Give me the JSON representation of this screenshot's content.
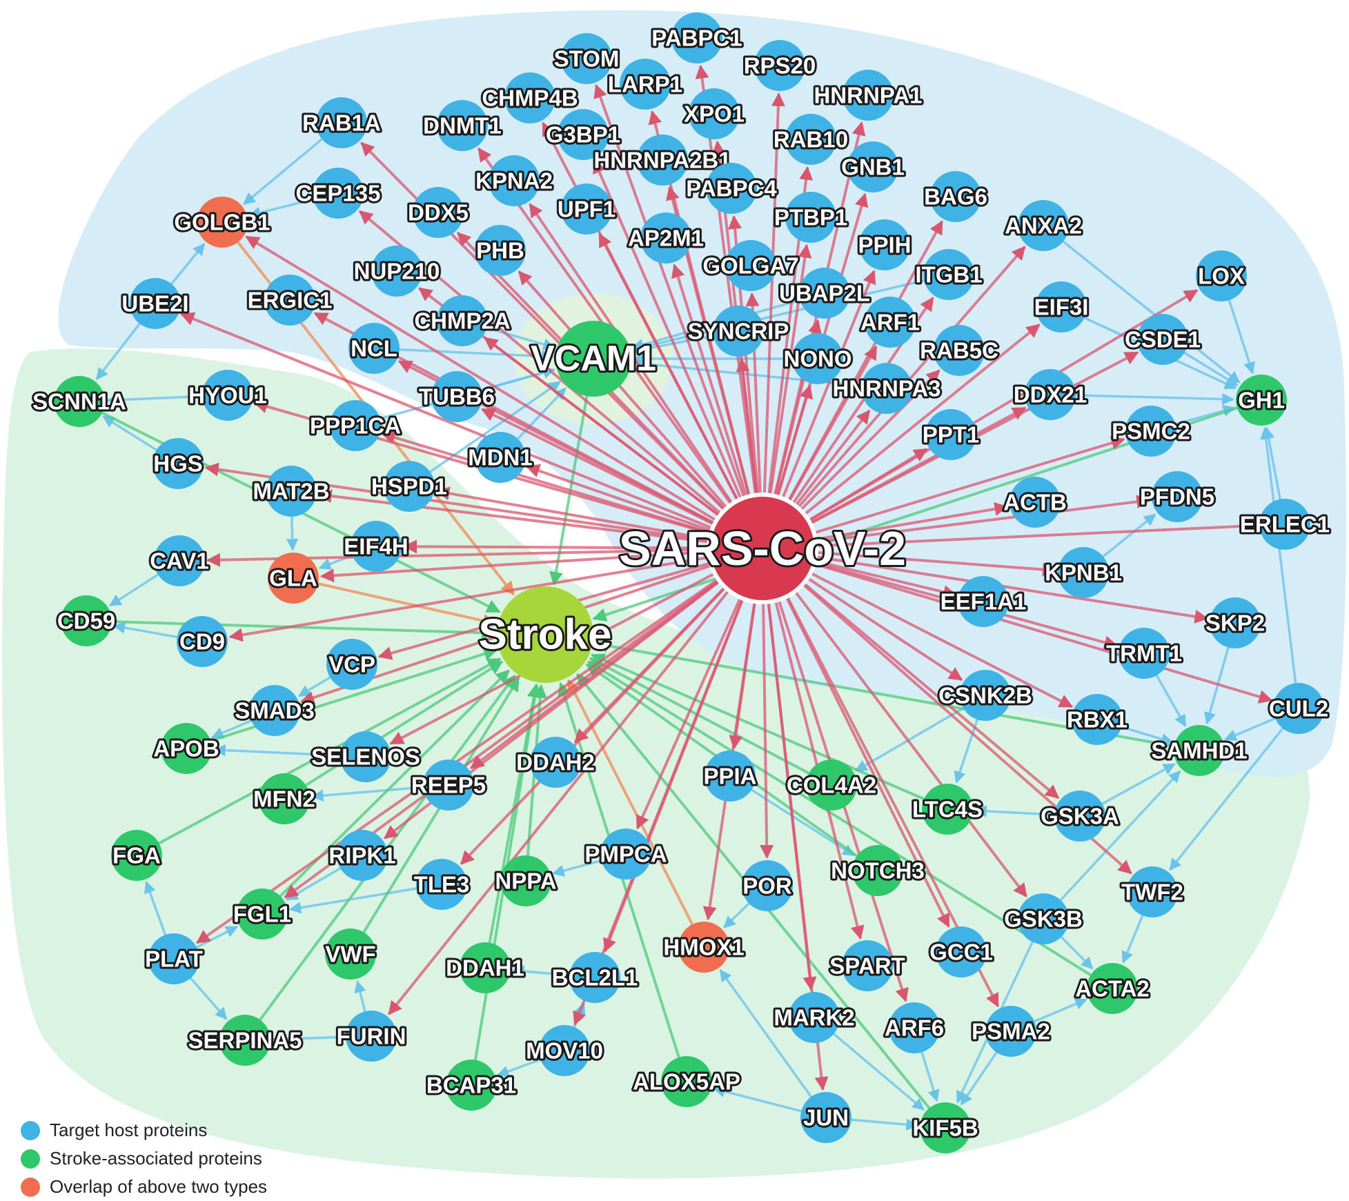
{
  "colors": {
    "target": "#3fb3e6",
    "stroke_assoc": "#2ec86b",
    "overlap": "#f06e4f",
    "sars": "#d9394f",
    "stroke_hub": "#a6d63a",
    "edge_sars": "#d9566f",
    "edge_blue": "#6cc3ea",
    "edge_green": "#4cc97a",
    "edge_orange": "#f0905a",
    "region_blue": "#d4ecf8",
    "region_green": "#d9f2e2"
  },
  "legend": [
    {
      "label": "Target host proteins",
      "color": "#3fb3e6"
    },
    {
      "label": "Stroke-associated proteins",
      "color": "#2ec86b"
    },
    {
      "label": "Overlap of above two types",
      "color": "#f06e4f"
    }
  ],
  "hubs": [
    {
      "id": "SARS-CoV-2",
      "label": "SARS-CoV-2",
      "type": "sars"
    },
    {
      "id": "Stroke",
      "label": "Stroke",
      "type": "stroke_hub"
    },
    {
      "id": "VCAM1",
      "label": "VCAM1",
      "type": "stroke_assoc"
    }
  ],
  "proteins": [
    {
      "label": "PABPC1",
      "type": "target"
    },
    {
      "label": "STOM",
      "type": "target"
    },
    {
      "label": "RPS20",
      "type": "target"
    },
    {
      "label": "LARP1",
      "type": "target"
    },
    {
      "label": "CHMP4B",
      "type": "target"
    },
    {
      "label": "HNRNPA1",
      "type": "target"
    },
    {
      "label": "XPO1",
      "type": "target"
    },
    {
      "label": "RAB1A",
      "type": "target"
    },
    {
      "label": "DNMT1",
      "type": "target"
    },
    {
      "label": "G3BP1",
      "type": "target"
    },
    {
      "label": "RAB10",
      "type": "target"
    },
    {
      "label": "HNRNPA2B1",
      "type": "target"
    },
    {
      "label": "GNB1",
      "type": "target"
    },
    {
      "label": "KPNA2",
      "type": "target"
    },
    {
      "label": "PABPC4",
      "type": "target"
    },
    {
      "label": "CEP135",
      "type": "target"
    },
    {
      "label": "BAG6",
      "type": "target"
    },
    {
      "label": "DDX5",
      "type": "target"
    },
    {
      "label": "UPF1",
      "type": "target"
    },
    {
      "label": "PTBP1",
      "type": "target"
    },
    {
      "label": "GOLGB1",
      "type": "overlap"
    },
    {
      "label": "ANXA2",
      "type": "target"
    },
    {
      "label": "AP2M1",
      "type": "target"
    },
    {
      "label": "PHB",
      "type": "target"
    },
    {
      "label": "PPIH",
      "type": "target"
    },
    {
      "label": "NUP210",
      "type": "target"
    },
    {
      "label": "GOLGA7",
      "type": "target"
    },
    {
      "label": "ITGB1",
      "type": "target"
    },
    {
      "label": "LOX",
      "type": "target"
    },
    {
      "label": "UBE2I",
      "type": "target"
    },
    {
      "label": "ERGIC1",
      "type": "target"
    },
    {
      "label": "UBAP2L",
      "type": "target"
    },
    {
      "label": "EIF3I",
      "type": "target"
    },
    {
      "label": "CHMP2A",
      "type": "target"
    },
    {
      "label": "ARF1",
      "type": "target"
    },
    {
      "label": "SYNCRIP",
      "type": "target"
    },
    {
      "label": "CSDE1",
      "type": "target"
    },
    {
      "label": "NCL",
      "type": "target"
    },
    {
      "label": "RAB5C",
      "type": "target"
    },
    {
      "label": "NONO",
      "type": "target"
    },
    {
      "label": "HNRNPA3",
      "type": "target"
    },
    {
      "label": "SCNN1A",
      "type": "stroke_assoc"
    },
    {
      "label": "HYOU1",
      "type": "target"
    },
    {
      "label": "TUBB6",
      "type": "target"
    },
    {
      "label": "DDX21",
      "type": "target"
    },
    {
      "label": "GH1",
      "type": "stroke_assoc"
    },
    {
      "label": "PPP1CA",
      "type": "target"
    },
    {
      "label": "PPT1",
      "type": "target"
    },
    {
      "label": "PSMC2",
      "type": "target"
    },
    {
      "label": "HGS",
      "type": "target"
    },
    {
      "label": "MDN1",
      "type": "target"
    },
    {
      "label": "MAT2B",
      "type": "target"
    },
    {
      "label": "HSPD1",
      "type": "target"
    },
    {
      "label": "ACTB",
      "type": "target"
    },
    {
      "label": "PFDN5",
      "type": "target"
    },
    {
      "label": "ERLEC1",
      "type": "target"
    },
    {
      "label": "EIF4H",
      "type": "target"
    },
    {
      "label": "CAV1",
      "type": "target"
    },
    {
      "label": "GLA",
      "type": "overlap"
    },
    {
      "label": "KPNB1",
      "type": "target"
    },
    {
      "label": "EEF1A1",
      "type": "target"
    },
    {
      "label": "CD59",
      "type": "stroke_assoc"
    },
    {
      "label": "CD9",
      "type": "target"
    },
    {
      "label": "SKP2",
      "type": "target"
    },
    {
      "label": "TRMT1",
      "type": "target"
    },
    {
      "label": "VCP",
      "type": "target"
    },
    {
      "label": "CSNK2B",
      "type": "target"
    },
    {
      "label": "CUL2",
      "type": "target"
    },
    {
      "label": "SMAD3",
      "type": "target"
    },
    {
      "label": "RBX1",
      "type": "target"
    },
    {
      "label": "APOB",
      "type": "stroke_assoc"
    },
    {
      "label": "SAMHD1",
      "type": "stroke_assoc"
    },
    {
      "label": "SELENOS",
      "type": "target"
    },
    {
      "label": "DDAH2",
      "type": "target"
    },
    {
      "label": "PPIA",
      "type": "target"
    },
    {
      "label": "COL4A2",
      "type": "stroke_assoc"
    },
    {
      "label": "REEP5",
      "type": "target"
    },
    {
      "label": "MFN2",
      "type": "stroke_assoc"
    },
    {
      "label": "LTC4S",
      "type": "stroke_assoc"
    },
    {
      "label": "GSK3A",
      "type": "target"
    },
    {
      "label": "FGA",
      "type": "stroke_assoc"
    },
    {
      "label": "RIPK1",
      "type": "target"
    },
    {
      "label": "PMPCA",
      "type": "target"
    },
    {
      "label": "NOTCH3",
      "type": "stroke_assoc"
    },
    {
      "label": "TLE3",
      "type": "target"
    },
    {
      "label": "NPPA",
      "type": "stroke_assoc"
    },
    {
      "label": "POR",
      "type": "target"
    },
    {
      "label": "TWF2",
      "type": "target"
    },
    {
      "label": "FGL1",
      "type": "stroke_assoc"
    },
    {
      "label": "GSK3B",
      "type": "target"
    },
    {
      "label": "PLAT",
      "type": "target"
    },
    {
      "label": "VWF",
      "type": "stroke_assoc"
    },
    {
      "label": "HMOX1",
      "type": "overlap"
    },
    {
      "label": "GCC1",
      "type": "target"
    },
    {
      "label": "DDAH1",
      "type": "stroke_assoc"
    },
    {
      "label": "SPART",
      "type": "target"
    },
    {
      "label": "BCL2L1",
      "type": "target"
    },
    {
      "label": "ACTA2",
      "type": "stroke_assoc"
    },
    {
      "label": "MARK2",
      "type": "target"
    },
    {
      "label": "ARF6",
      "type": "target"
    },
    {
      "label": "PSMA2",
      "type": "target"
    },
    {
      "label": "SERPINA5",
      "type": "stroke_assoc"
    },
    {
      "label": "FURIN",
      "type": "target"
    },
    {
      "label": "MOV10",
      "type": "target"
    },
    {
      "label": "ALOX5AP",
      "type": "stroke_assoc"
    },
    {
      "label": "BCAP31",
      "type": "stroke_assoc"
    },
    {
      "label": "JUN",
      "type": "target"
    },
    {
      "label": "KIF5B",
      "type": "stroke_assoc"
    }
  ],
  "sars_edges_to": [
    "PABPC1",
    "STOM",
    "RPS20",
    "LARP1",
    "CHMP4B",
    "HNRNPA1",
    "XPO1",
    "RAB1A",
    "DNMT1",
    "G3BP1",
    "RAB10",
    "HNRNPA2B1",
    "GNB1",
    "KPNA2",
    "PABPC4",
    "CEP135",
    "BAG6",
    "DDX5",
    "UPF1",
    "PTBP1",
    "GOLGB1",
    "ANXA2",
    "AP2M1",
    "PHB",
    "PPIH",
    "NUP210",
    "GOLGA7",
    "ITGB1",
    "LOX",
    "UBE2I",
    "ERGIC1",
    "UBAP2L",
    "EIF3I",
    "CHMP2A",
    "ARF1",
    "SYNCRIP",
    "CSDE1",
    "NCL",
    "RAB5C",
    "NONO",
    "HNRNPA3",
    "HYOU1",
    "TUBB6",
    "DDX21",
    "PPP1CA",
    "PPT1",
    "PSMC2",
    "HGS",
    "MDN1",
    "MAT2B",
    "HSPD1",
    "ACTB",
    "PFDN5",
    "ERLEC1",
    "EIF4H",
    "CAV1",
    "GLA",
    "KPNB1",
    "EEF1A1",
    "CD9",
    "SKP2",
    "TRMT1",
    "VCP",
    "CSNK2B",
    "CUL2",
    "SMAD3",
    "RBX1",
    "SELENOS",
    "DDAH2",
    "PPIA",
    "REEP5",
    "GSK3A",
    "RIPK1",
    "PMPCA",
    "TLE3",
    "POR",
    "TWF2",
    "FGL1",
    "GSK3B",
    "PLAT",
    "HMOX1",
    "GCC1",
    "SPART",
    "BCL2L1",
    "MARK2",
    "ARF6",
    "PSMA2",
    "FURIN",
    "MOV10",
    "JUN"
  ],
  "stroke_edges_from": [
    "SCNN1A",
    "CD59",
    "APOB",
    "MFN2",
    "FGA",
    "NPPA",
    "FGL1",
    "VWF",
    "DDAH1",
    "SERPINA5",
    "BCAP31",
    "ALOX5AP",
    "COL4A2",
    "LTC4S",
    "NOTCH3",
    "ACTA2",
    "SAMHD1",
    "GH1",
    "KIF5B",
    "VCAM1"
  ],
  "overlap_edges": [
    "GOLGB1",
    "GLA",
    "HMOX1"
  ],
  "ppi_edges": [
    [
      "RAB1A",
      "GOLGB1"
    ],
    [
      "CEP135",
      "GOLGB1"
    ],
    [
      "UBE2I",
      "GOLGB1"
    ],
    [
      "UBE2I",
      "SCNN1A"
    ],
    [
      "HYOU1",
      "SCNN1A"
    ],
    [
      "HGS",
      "SCNN1A"
    ],
    [
      "MAT2B",
      "GLA"
    ],
    [
      "CAV1",
      "CD59"
    ],
    [
      "CD9",
      "CD59"
    ],
    [
      "VCP",
      "SMAD3"
    ],
    [
      "SMAD3",
      "APOB"
    ],
    [
      "SELENOS",
      "APOB"
    ],
    [
      "REEP5",
      "MFN2"
    ],
    [
      "RIPK1",
      "FGL1"
    ],
    [
      "TLE3",
      "FGL1"
    ],
    [
      "PLAT",
      "FGA"
    ],
    [
      "PLAT",
      "FGL1"
    ],
    [
      "PLAT",
      "SERPINA5"
    ],
    [
      "FURIN",
      "SERPINA5"
    ],
    [
      "FURIN",
      "VWF"
    ],
    [
      "MOV10",
      "BCAP31"
    ],
    [
      "BCL2L1",
      "DDAH1"
    ],
    [
      "MOV10",
      "BCL2L1"
    ],
    [
      "PMPCA",
      "NPPA"
    ],
    [
      "JUN",
      "ALOX5AP"
    ],
    [
      "JUN",
      "KIF5B"
    ],
    [
      "ARF6",
      "KIF5B"
    ],
    [
      "PSMA2",
      "KIF5B"
    ],
    [
      "MARK2",
      "KIF5B"
    ],
    [
      "GSK3B",
      "KIF5B"
    ],
    [
      "GSK3B",
      "ACTA2"
    ],
    [
      "PSMA2",
      "ACTA2"
    ],
    [
      "TWF2",
      "ACTA2"
    ],
    [
      "GSK3A",
      "LTC4S"
    ],
    [
      "GSK3A",
      "SAMHD1"
    ],
    [
      "GSK3B",
      "SAMHD1"
    ],
    [
      "CUL2",
      "SAMHD1"
    ],
    [
      "RBX1",
      "SAMHD1"
    ],
    [
      "TRMT1",
      "SAMHD1"
    ],
    [
      "SKP2",
      "SAMHD1"
    ],
    [
      "CUL2",
      "GH1"
    ],
    [
      "ERLEC1",
      "GH1"
    ],
    [
      "PSMC2",
      "GH1"
    ],
    [
      "CSDE1",
      "GH1"
    ],
    [
      "LOX",
      "GH1"
    ],
    [
      "ANXA2",
      "GH1"
    ],
    [
      "DDX21",
      "GH1"
    ],
    [
      "EIF3I",
      "GH1"
    ],
    [
      "ITGB1",
      "VCAM1"
    ],
    [
      "NCL",
      "VCAM1"
    ],
    [
      "TUBB6",
      "VCAM1"
    ],
    [
      "CHMP2A",
      "VCAM1"
    ],
    [
      "UBAP2L",
      "VCAM1"
    ],
    [
      "SYNCRIP",
      "VCAM1"
    ],
    [
      "NONO",
      "VCAM1"
    ],
    [
      "HNRNPA3",
      "VCAM1"
    ],
    [
      "MDN1",
      "VCAM1"
    ],
    [
      "HSPD1",
      "VCAM1"
    ],
    [
      "PPP1CA",
      "VCAM1"
    ],
    [
      "POR",
      "HMOX1"
    ],
    [
      "JUN",
      "HMOX1"
    ],
    [
      "CSNK2B",
      "COL4A2"
    ],
    [
      "PPIA",
      "NOTCH3"
    ],
    [
      "CUL2",
      "TWF2"
    ],
    [
      "KPNB1",
      "PFDN5"
    ],
    [
      "EIF4H",
      "GLA"
    ],
    [
      "CSNK2B",
      "LTC4S"
    ]
  ]
}
